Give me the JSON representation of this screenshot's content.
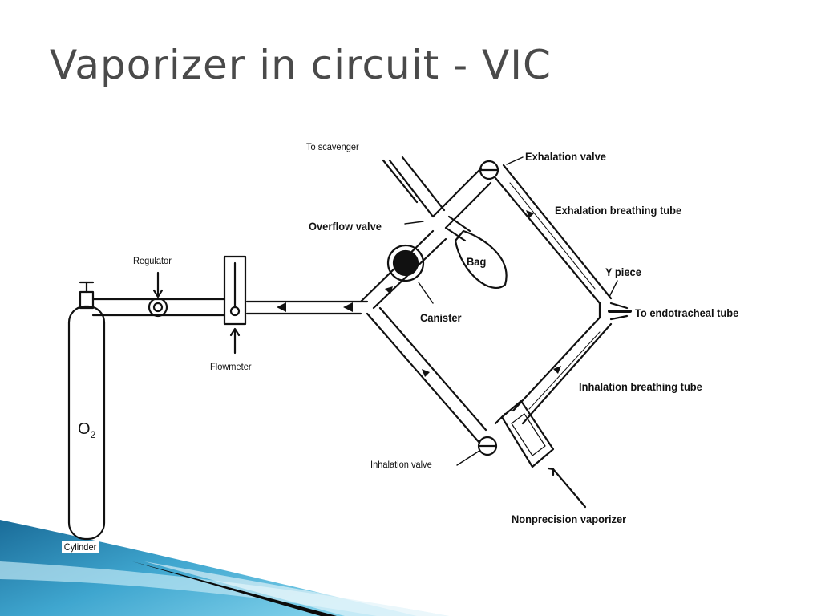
{
  "slide": {
    "title": "Vaporizer in circuit - VIC"
  },
  "diagram": {
    "labels": {
      "to_scavenger": "To scavenger",
      "exhalation_valve": "Exhalation valve",
      "exhalation_tube": "Exhalation breathing tube",
      "overflow_valve": "Overflow valve",
      "regulator": "Regulator",
      "bag": "Bag",
      "y_piece": "Y piece",
      "to_endotracheal": "To endotracheal tube",
      "canister": "Canister",
      "flowmeter": "Flowmeter",
      "inhalation_tube": "Inhalation breathing tube",
      "o2_main": "O",
      "o2_sub": "2",
      "inhalation_valve": "Inhalation valve",
      "vaporizer": "Nonprecision vaporizer",
      "cylinder": "Cylinder"
    }
  },
  "colors": {
    "accent_dark": "#0f3e60",
    "accent_mid": "#2e87b4",
    "accent_light": "#6ac1e0",
    "title_text": "#4a4a4a"
  }
}
